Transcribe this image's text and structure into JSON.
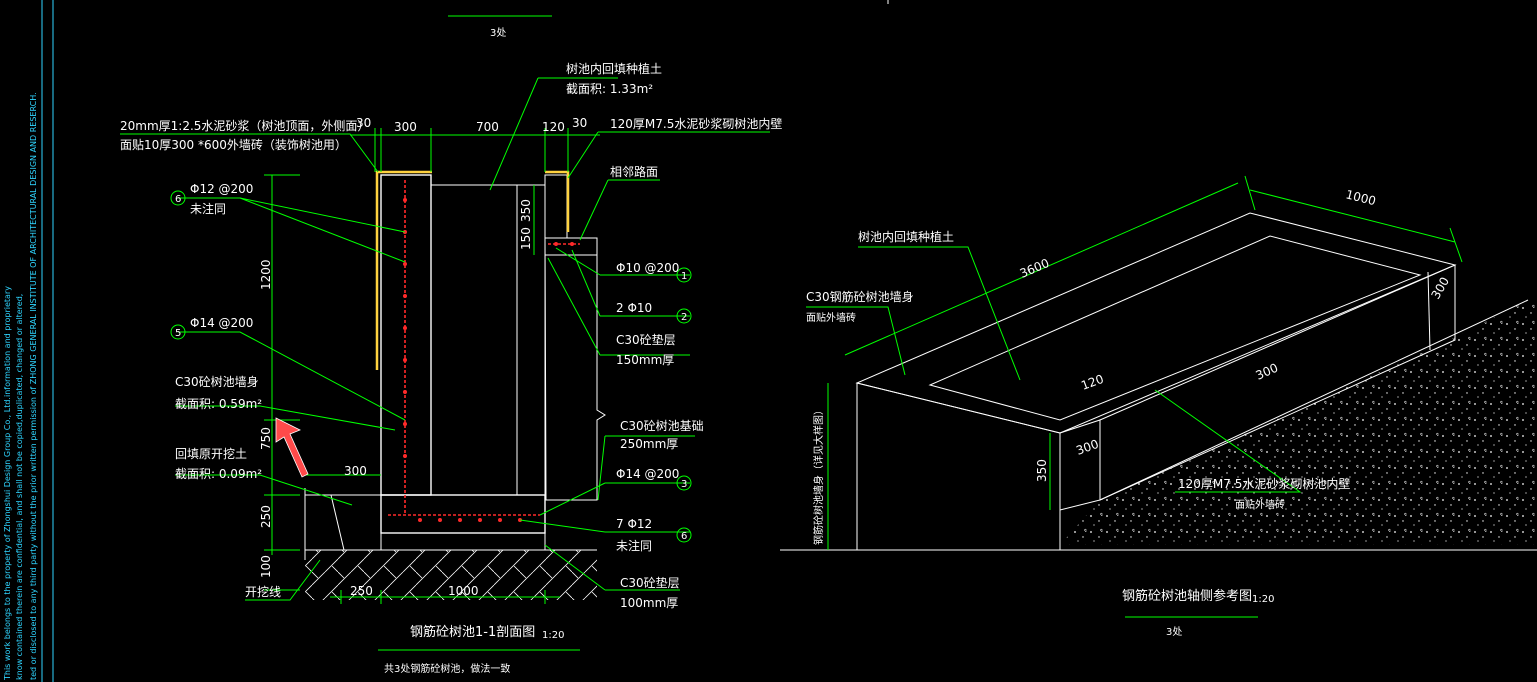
{
  "side_note": {
    "lines": [
      "This work belongs to the property of Zhongshui Design Group Co., Ltd.information and proprietary",
      "know contained therein are confidential, and shall not be copied,duplicated, changed or altered,",
      "ted or disclosed to any third party without the prior written permission of ZHONG GENERAL INSTITUTE OF ARCHITECTURAL DESIGN AND RESERCH."
    ]
  },
  "top_strip": {
    "count_label": "3处"
  },
  "section": {
    "top_dims": [
      "30",
      "300",
      "700",
      "120",
      "30"
    ],
    "left_dims": [
      "1200",
      "750",
      "250",
      "100"
    ],
    "right_dims": [
      "350",
      "150"
    ],
    "bottom_dims": [
      "300",
      "250",
      "1000"
    ],
    "labels": {
      "soil_title": "树池内回填种植土",
      "soil_area": "截面积: 1.33m²",
      "mortar_line1": "20mm厚1:2.5水泥砂浆（树池顶面，外侧面）",
      "mortar_line2": "面贴10厚300 *600外墙砖（装饰树池用）",
      "inner_wall": "120厚M7.5水泥砂浆砌树池内壁",
      "adjacent_road": "相邻路面",
      "rebar6": "Φ12 @200",
      "rebar6_note": "未注同",
      "rebar5": "Φ14 @200",
      "wall_title": "C30砼树池墙身",
      "wall_area": "截面积: 0.59m²",
      "backfill_title": "回填原开挖土",
      "backfill_area": "截面积: 0.09m²",
      "dig_line": "开挖线",
      "rebar1": "Φ10 @200",
      "rebar2": "2 Φ10",
      "cushion150_title": "C30砼垫层",
      "cushion150_thk": "150mm厚",
      "found_title": "C30砼树池基础",
      "found_thk": "250mm厚",
      "rebar3": "Φ14 @200",
      "rebar7": "7 Φ12",
      "rebar7_note": "未注同",
      "cushion100_title": "C30砼垫层",
      "cushion100_thk": "100mm厚"
    },
    "callout_numbers": [
      "6",
      "5",
      "1",
      "2",
      "3",
      "6"
    ],
    "title": "钢筋砼树池1-1剖面图",
    "scale": "1:20",
    "note": "共3处钢筋砼树池，做法一致"
  },
  "axo": {
    "dims": [
      "1000",
      "3600",
      "300",
      "120",
      "300",
      "300",
      "350"
    ],
    "labels": {
      "soil": "树池内回填种植土",
      "wall_title": "C30钢筋砼树池墙身",
      "wall_sub": "面贴外墙砖",
      "vertical": "钢筋砼树池墙身（详见大样图）",
      "inner_wall": "120厚M7.5水泥砂浆砌树池内壁",
      "inner_sub": "面贴外墙砖"
    },
    "title": "钢筋砼树池轴侧参考图",
    "scale": "1:20",
    "count": "3处"
  },
  "colors": {
    "background": "#000000",
    "dimension": "#00ff00",
    "outline": "#ffffff",
    "rebar": "#ff2a2a",
    "finish": "#ffd23f",
    "border": "#2fd5ff"
  }
}
